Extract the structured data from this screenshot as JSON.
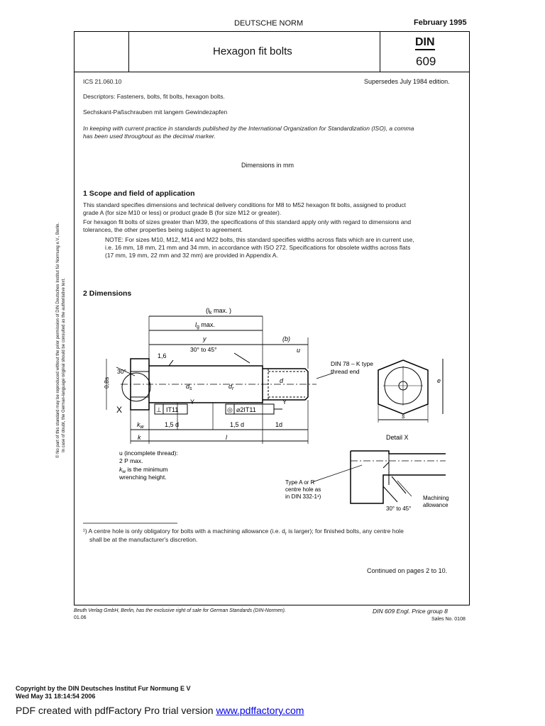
{
  "header": {
    "norm": "DEUTSCHE NORM",
    "date": "February 1995",
    "title": "Hexagon fit bolts",
    "din": "DIN",
    "number": "609"
  },
  "meta": {
    "ics": "ICS 21.060.10",
    "supersedes": "Supersedes July 1984 edition.",
    "descriptors": "Descriptors: Fasteners, bolts, fit bolts, hexagon bolts.",
    "german_title": "Sechskant-Paßschrauben mit langem Gewindezapfen",
    "iso_note_1": "In keeping with current practice in standards published by the International Organization for Standardization (ISO), a comma",
    "iso_note_2": "has been used throughout as the decimal marker."
  },
  "dimensions_label": "Dimensions in mm",
  "section1": {
    "heading": "1    Scope and field of application",
    "p1_l1": "This standard specifies dimensions and technical delivery conditions for M8 to M52 hexagon fit bolts, assigned to product",
    "p1_l2": "grade A (for size M10 or less) or product grade B (for size M12 or greater).",
    "p2_l1": "For hexagon fit bolts of sizes greater than M39, the specifications of this standard apply only with regard to dimensions and",
    "p2_l2": "tolerances, the other properties being subject to agreement.",
    "note_l1": "NOTE: For sizes M10, M12, M14 and M22 bolts, this standard specifies widths across flats which are in current use,",
    "note_l2": "i.e. 16 mm, 18 mm, 21 mm and 34 mm, in accordance with ISO 272. Specifications for obsolete widths across flats",
    "note_l3": "(17 mm, 19 mm, 22 mm and 32 mm) are provided in Appendix A."
  },
  "section2": {
    "heading": "2    Dimensions"
  },
  "figure": {
    "lk_max": "(l",
    "lk_sub": "k",
    "lk_tail": " max. )",
    "lg": "l",
    "lg_sub": "g",
    "lg_tail": " max.",
    "y": "y",
    "b": "(b)",
    "r": "1,6",
    "angle": "30° to 45°",
    "u": "u",
    "din78_1": "DIN 78 – K type",
    "din78_2": "thread end",
    "ds": "d",
    "ds_sub": "s",
    "dr": "d",
    "dr_sub": "r",
    "d": "d",
    "angle30": "30°",
    "d08": "0,8s",
    "tol1_sym": "⊥",
    "tol1": "IT11",
    "tol1_ref": "Y",
    "tol2_sym": "◎",
    "tol2": "⌀2IT11",
    "tol2_ref": "Y",
    "X": "X",
    "kw": "k",
    "kw_sub": "w",
    "dim15d_a": "1,5 d",
    "dim15d_b": "1,5 d",
    "dim1d": "1d",
    "k": "k",
    "l": "l",
    "s": "s",
    "e": "e",
    "u_note_1": "u (incomplete thread):",
    "u_note_2": "2 P max.",
    "kw_note_1": "k",
    "kw_note_1b": " is the minimum",
    "kw_note_2": "wrenching height.",
    "detail": "Detail X",
    "typeA_1": "Type A or R",
    "typeA_2": "centre hole as",
    "typeA_3": "in DIN 332-1¹)",
    "detail_angle": "30° to 45°",
    "machining_1": "Machining",
    "machining_2": "allowance"
  },
  "footnote_1": "¹) A centre hole is only obligatory for bolts with a machining allowance (i.e. d",
  "footnote_1b": "r",
  "footnote_1c": " is larger); for finished bolts, any centre hole",
  "footnote_2": "shall be at the manufacturer's discretion.",
  "continued": "Continued on pages 2 to 10.",
  "footer": {
    "beuth": "Beuth Verlag GmbH, Berlin, has the exclusive right of sale for German Standards (DIN-Normen).",
    "code": "01.06",
    "ref": "DIN 609   Engl.   Price group 8",
    "sales": "Sales No. 0108"
  },
  "side_notice_1": "© No part of this standard may be reproduced without the prior permission of DIN Deutsches Institut für Normung e.V., Berlin.",
  "side_notice_2": "In case of doubt, the German-language original should be consulted as the authoritative text.",
  "copyright_1": "Copyright by the DIN Deutsches Institut Fur Normung E V",
  "copyright_2": "Wed May 31 18:14:54 2006",
  "pdf_prefix": "PDF created with pdfFactory Pro trial version ",
  "pdf_link": "www.pdffactory.com"
}
